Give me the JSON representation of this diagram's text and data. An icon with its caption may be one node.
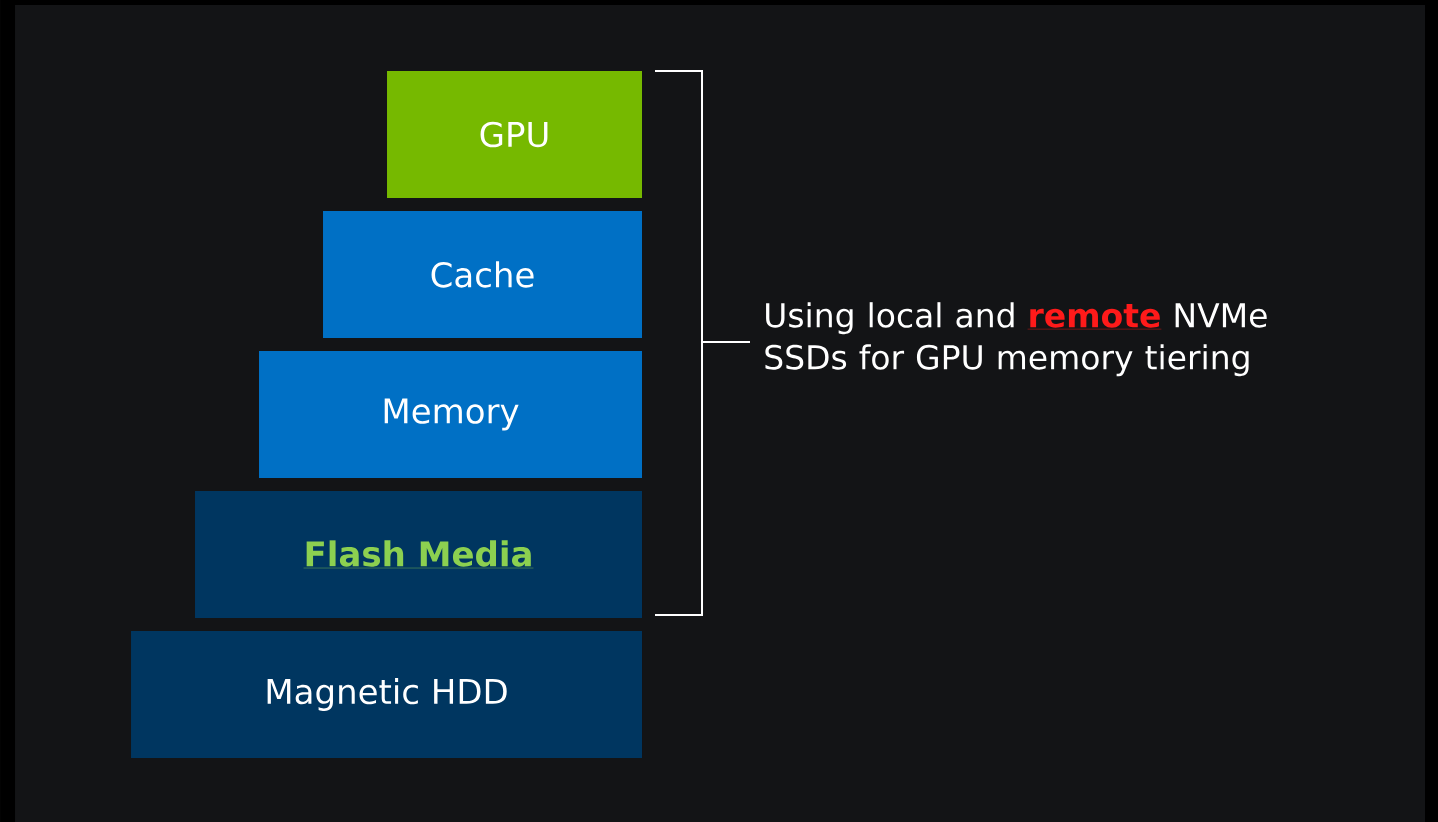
{
  "diagram": {
    "nodes": [
      {
        "text": [
          "GPU"
        ]
      },
      {
        "text": [
          "Cache"
        ]
      },
      {
        "text": [
          "Memory"
        ]
      },
      {
        "text": [
          "Flash Media"
        ]
      },
      {
        "text": [
          "Magnetic HDD"
        ]
      }
    ],
    "labels": [
      "Using local and **remote** NVMe SSDs for GPU memory tiering"
    ]
  }
}
